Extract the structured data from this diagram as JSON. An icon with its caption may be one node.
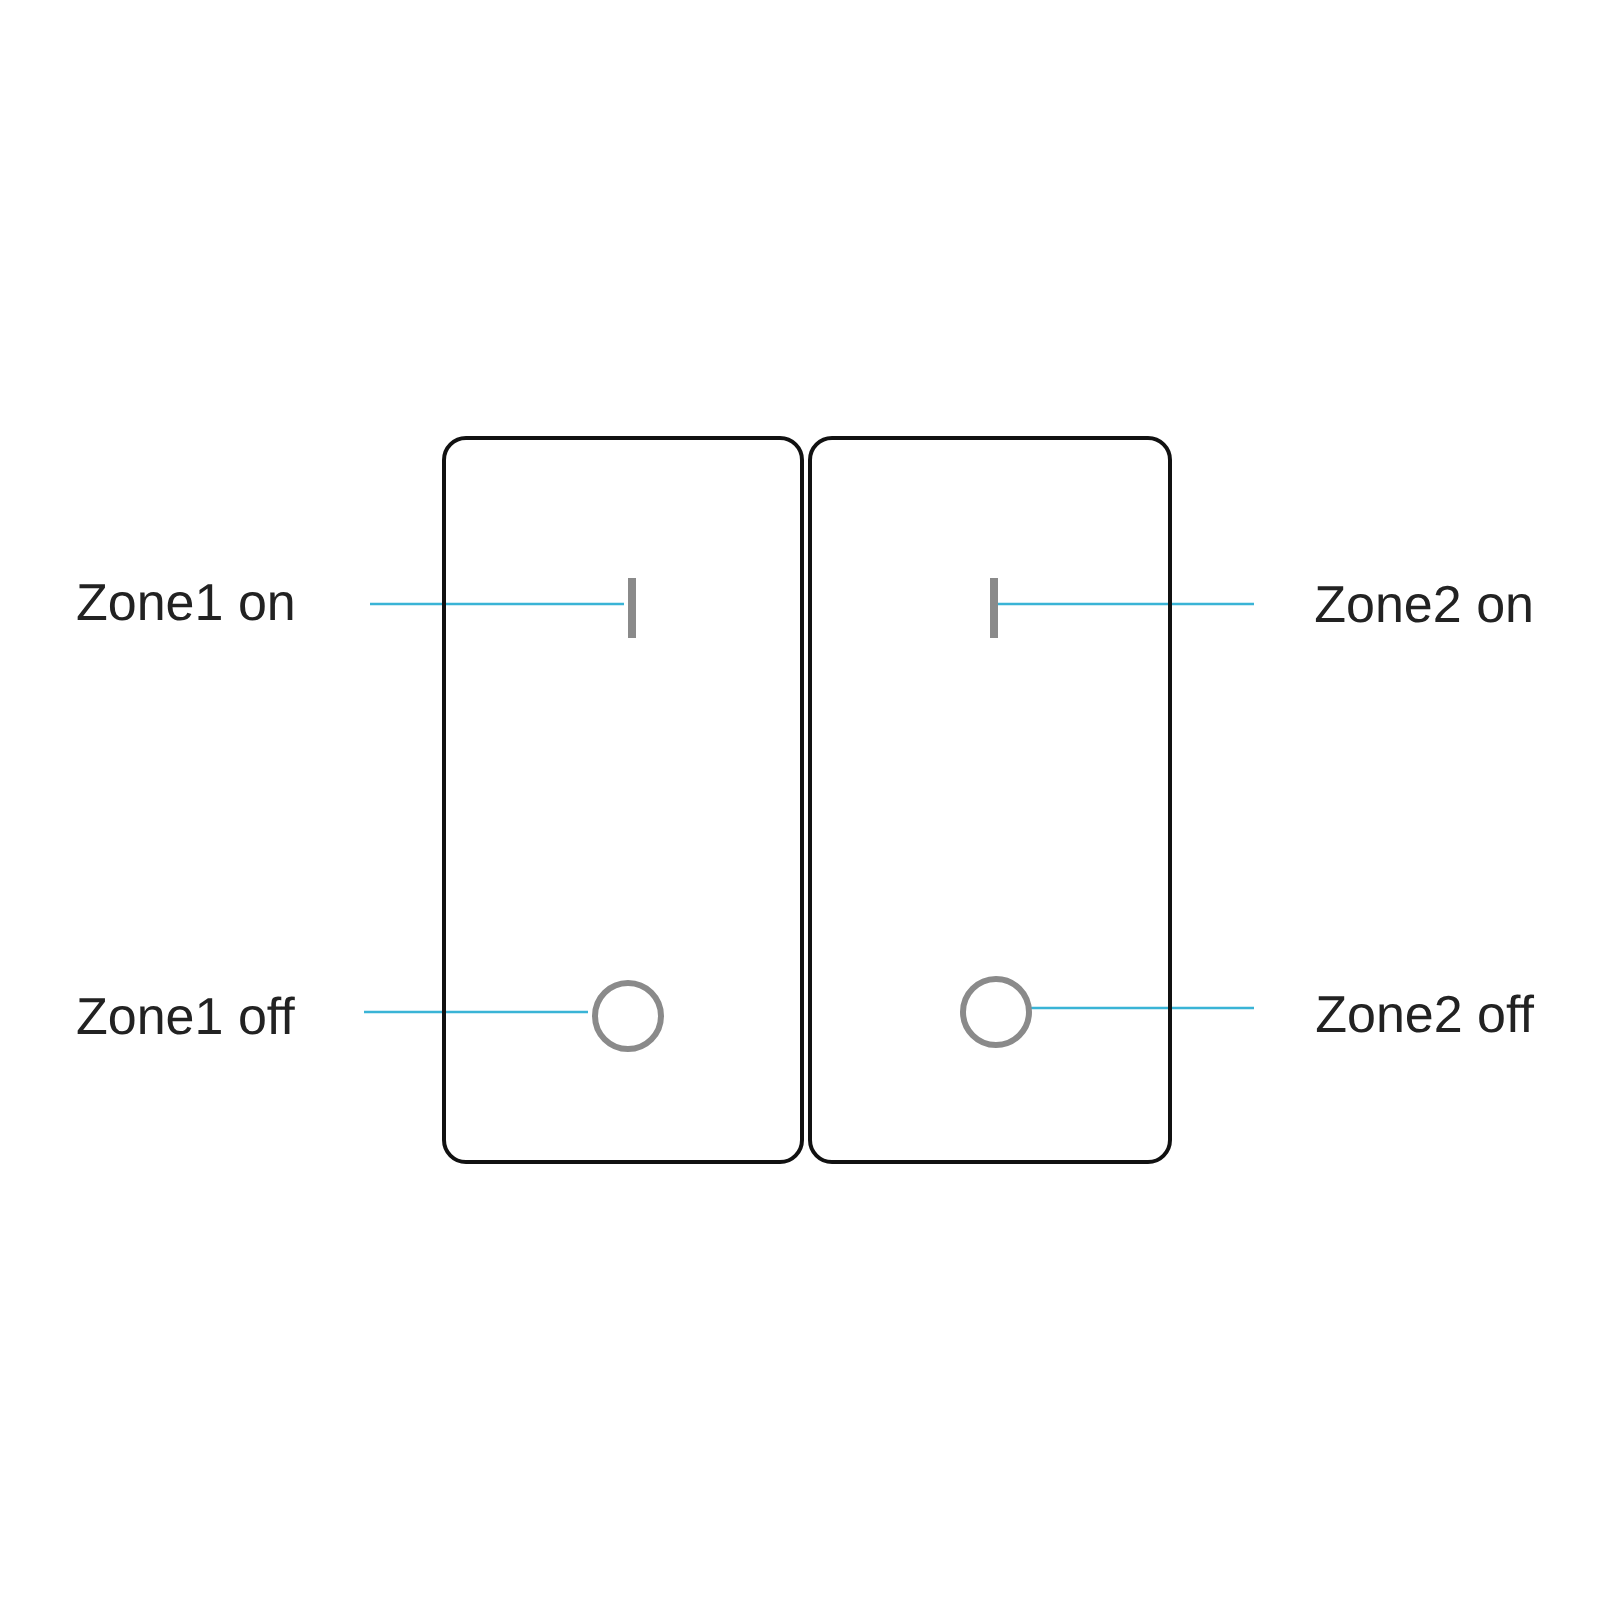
{
  "diagram": {
    "nodes": [
      {
        "text": [],
        "shape": "box"
      },
      {
        "text": [],
        "shape": "box"
      },
      {
        "text": [
          "Zone1 on"
        ]
      },
      {
        "text": [],
        "shape": "bar",
        "in": 0
      },
      {
        "text": [],
        "shape": "bar",
        "in": 1
      },
      {
        "text": [
          "Zone2 on"
        ]
      },
      {
        "text": [
          "Zone1 off"
        ]
      },
      {
        "text": [],
        "shape": "circle",
        "in": 0
      },
      {
        "text": [],
        "shape": "circle",
        "in": 1
      },
      {
        "text": [
          "Zone2 off"
        ]
      }
    ],
    "edges": [
      {
        "from": 2,
        "to": 3,
        "arrow": "none"
      },
      {
        "from": 5,
        "to": 4,
        "arrow": "none"
      },
      {
        "from": 6,
        "to": 7,
        "arrow": "none"
      },
      {
        "from": 9,
        "to": 8,
        "arrow": "none"
      }
    ]
  }
}
